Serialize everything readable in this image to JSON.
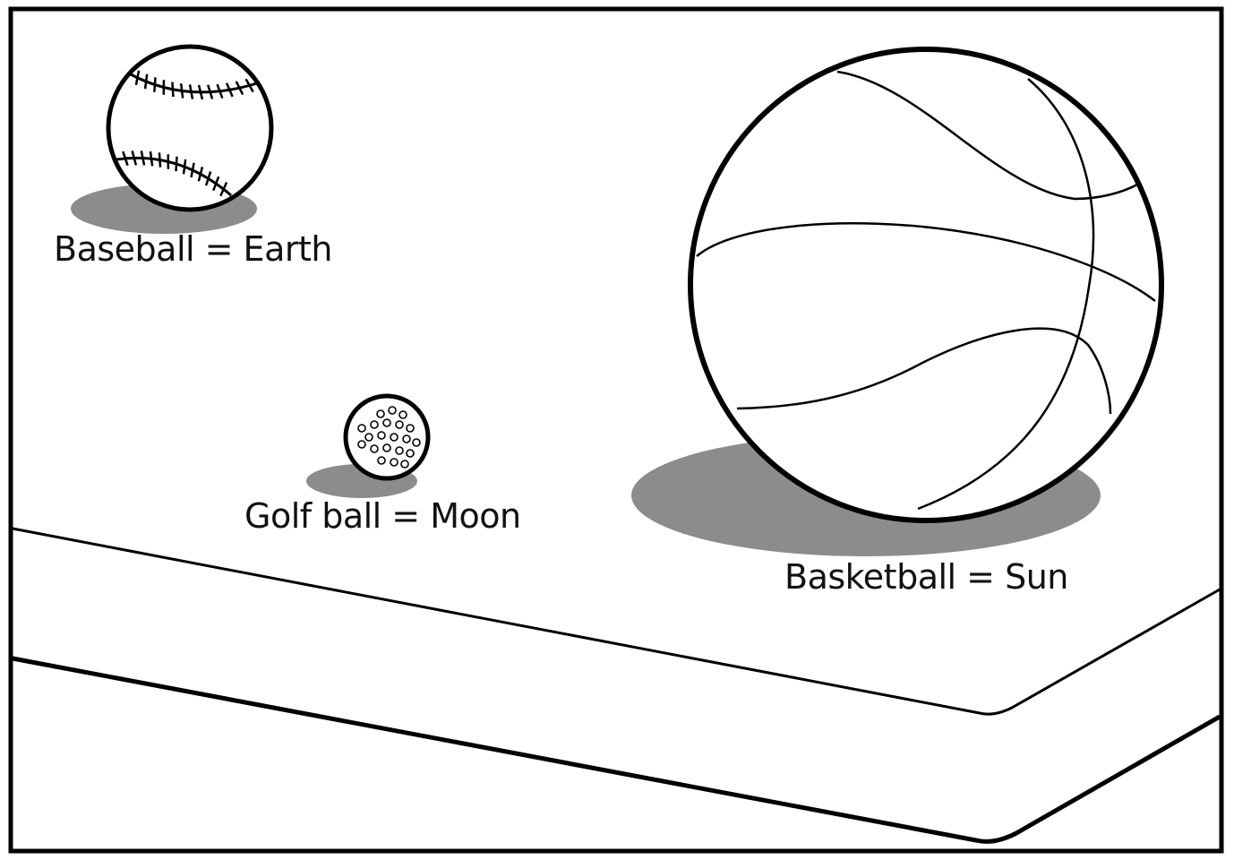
{
  "labels": {
    "earth": "Baseball = Earth",
    "moon": "Golf ball = Moon",
    "sun": "Basketball = Sun"
  },
  "colors": {
    "stroke": "#000000",
    "shadow": "#8c8c8c",
    "background": "#ffffff"
  }
}
